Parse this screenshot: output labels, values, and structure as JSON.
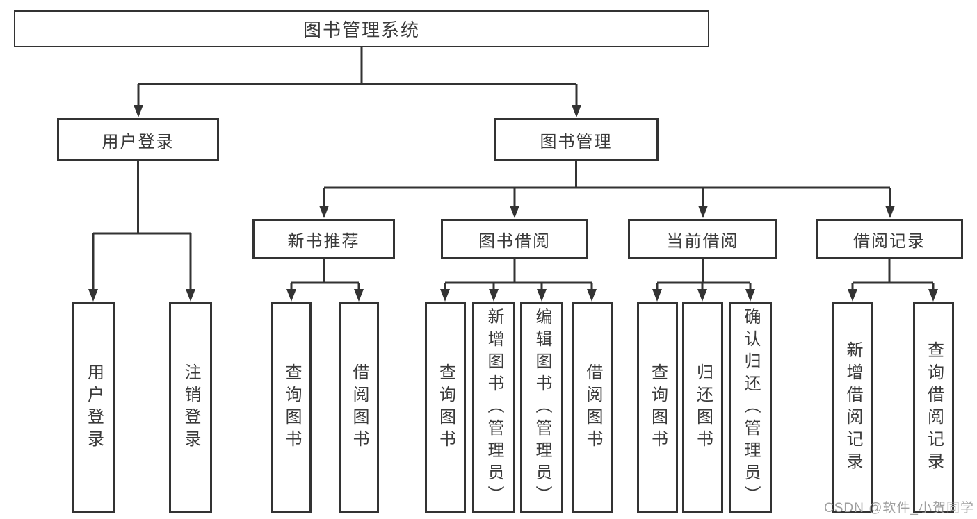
{
  "nodes": {
    "root": {
      "label": "图书管理系统"
    },
    "l1": [
      {
        "label": "用户登录"
      },
      {
        "label": "图书管理"
      }
    ],
    "l2": [
      {
        "label": "新书推荐"
      },
      {
        "label": "图书借阅"
      },
      {
        "label": "当前借阅"
      },
      {
        "label": "借阅记录"
      }
    ],
    "leaves": [
      {
        "label": "用户登录"
      },
      {
        "label": "注销登录"
      },
      {
        "label": "查询图书"
      },
      {
        "label": "借阅图书"
      },
      {
        "label": "查询图书"
      },
      {
        "label": "新增图书（管理员）"
      },
      {
        "label": "编辑图书（管理员）"
      },
      {
        "label": "借阅图书"
      },
      {
        "label": "查询图书"
      },
      {
        "label": "归还图书"
      },
      {
        "label": "确认归还（管理员）"
      },
      {
        "label": "新增借阅记录"
      },
      {
        "label": "查询借阅记录"
      }
    ]
  },
  "watermark": {
    "text": "CSDN @软件_小贺同学"
  },
  "colors": {
    "line": "#333333",
    "border": "#333333",
    "text": "#3a3a3a",
    "background": "#ffffff",
    "watermark": "#9f9f9f"
  }
}
